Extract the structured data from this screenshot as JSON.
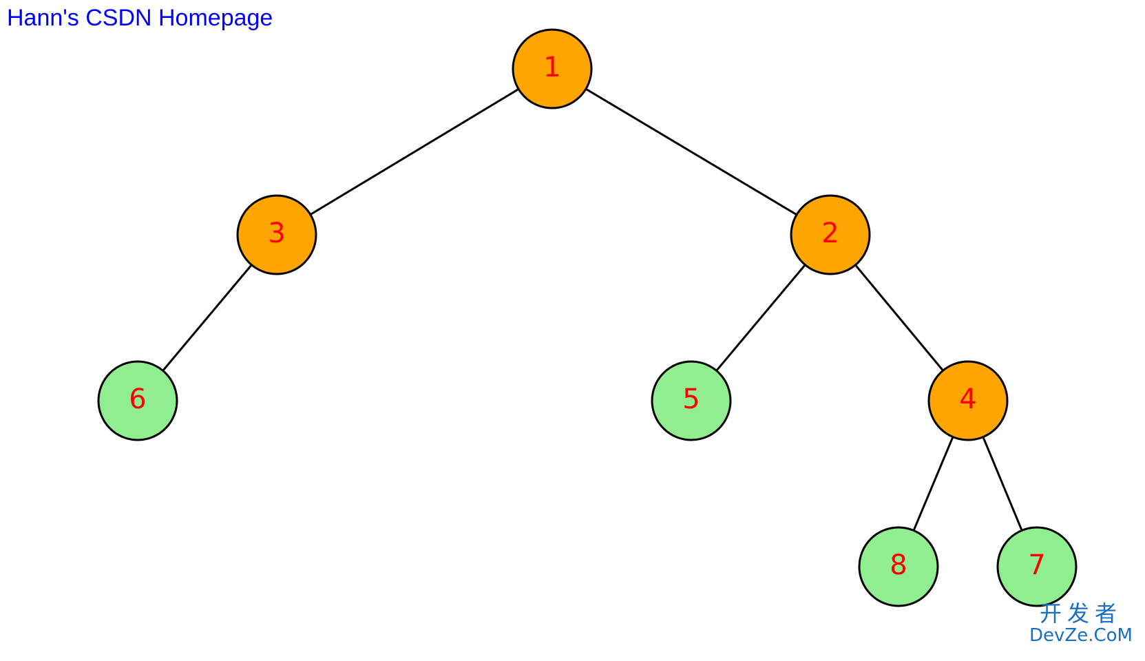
{
  "header": {
    "link_text": "Hann's CSDN Homepage",
    "link_color": "#0000ff"
  },
  "tree": {
    "colors": {
      "internal_fill": "#FFA500",
      "leaf_fill": "#90EE90",
      "label": "#ff0000",
      "stroke": "#000000"
    },
    "nodes": [
      {
        "id": "n1",
        "label": "1",
        "type": "internal"
      },
      {
        "id": "n3",
        "label": "3",
        "type": "internal"
      },
      {
        "id": "n2",
        "label": "2",
        "type": "internal"
      },
      {
        "id": "n6",
        "label": "6",
        "type": "leaf"
      },
      {
        "id": "n5",
        "label": "5",
        "type": "leaf"
      },
      {
        "id": "n4",
        "label": "4",
        "type": "internal"
      },
      {
        "id": "n8",
        "label": "8",
        "type": "leaf"
      },
      {
        "id": "n7",
        "label": "7",
        "type": "leaf"
      }
    ],
    "edges": [
      {
        "from": "n1",
        "to": "n3"
      },
      {
        "from": "n1",
        "to": "n2"
      },
      {
        "from": "n3",
        "to": "n6"
      },
      {
        "from": "n2",
        "to": "n5"
      },
      {
        "from": "n2",
        "to": "n4"
      },
      {
        "from": "n4",
        "to": "n8"
      },
      {
        "from": "n4",
        "to": "n7"
      }
    ]
  },
  "watermark": {
    "line1": "开发者",
    "line2": "DevZe.CoM",
    "color": "#1a6fbf"
  }
}
